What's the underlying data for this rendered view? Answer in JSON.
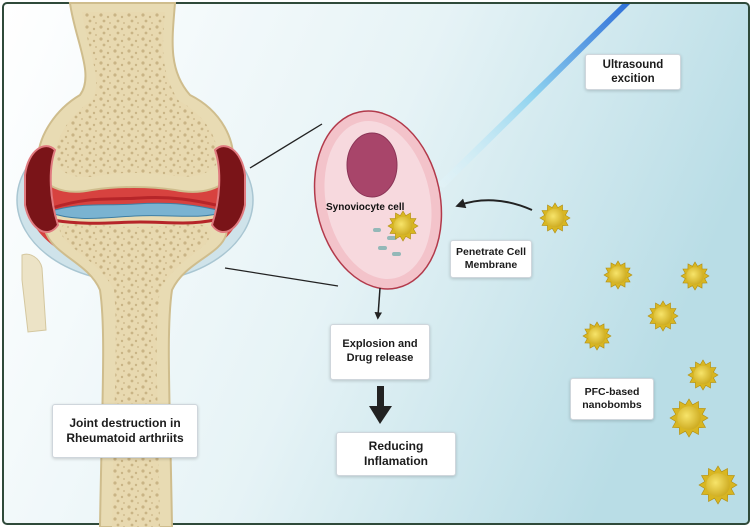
{
  "labels": {
    "ultrasound": "Ultrasound\nexcition",
    "synoviocyte": "Synoviocyte cell",
    "penetrate": "Penetrate Cell\nMembrane",
    "explosion": "Explosion and\nDrug release",
    "reducing": "Reducing\nInflamation",
    "joint": "Joint destruction in\nRheumatoid arthriits",
    "nanobombs": "PFC-based\nnanobombs"
  },
  "colors": {
    "background_gradient_start": "#ffffff",
    "background_gradient_end": "#b9dde6",
    "frame_border": "#2f4a3a",
    "bone_outer": "#e9dcb6",
    "bone_spongy": "#cdbb8f",
    "synovium_red": "#c8222b",
    "cell_fill": "#f3c9cf",
    "cell_nucleus": "#a8456a",
    "nanobomb_yellow": "#e3c42c",
    "ultrasound_beam": "#4fa6e8"
  },
  "icons": [
    "knee-joint-illustration",
    "synoviocyte-cell",
    "nanobomb-particle",
    "ultrasound-beam",
    "arrow-icon"
  ]
}
